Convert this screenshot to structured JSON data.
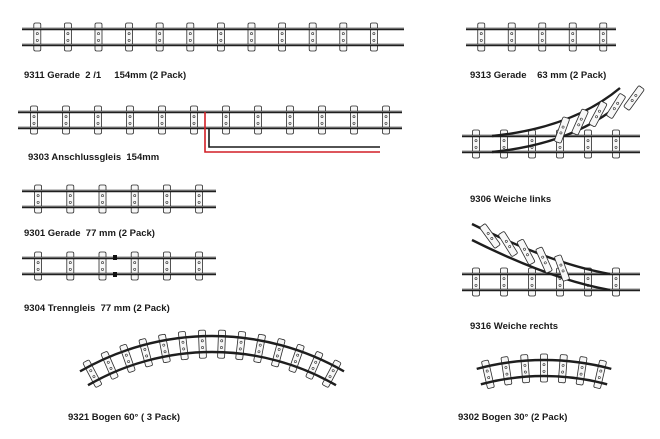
{
  "labels": {
    "gerade_154": "9311 Gerade  2 /1     154mm (2 Pack)",
    "gerade_63": "9313 Gerade    63 mm (2 Pack)",
    "anschlussgleis": "9303 Anschlussgleis  154mm",
    "weiche_links": "9306 Weiche links",
    "gerade_77": "9301 Gerade  77 mm (2 Pack)",
    "trenngleis": "9304 Trenngleis  77 mm (2 Pack)",
    "weiche_rechts": "9316 Weiche rechts",
    "bogen_60": "9321 Bogen 60° ( 3 Pack)",
    "bogen_30": "9302 Bogen 30° (2 Pack)"
  },
  "colors": {
    "rail": "#1e1e1e",
    "rail_highlight": "#9a9a9a",
    "sleeper_fill": "#f7f7f7",
    "sleeper_stroke": "#2a2a2a",
    "wire_red": "#d21f26",
    "wire_black": "#1a1a1a",
    "insulator": "#111111"
  }
}
